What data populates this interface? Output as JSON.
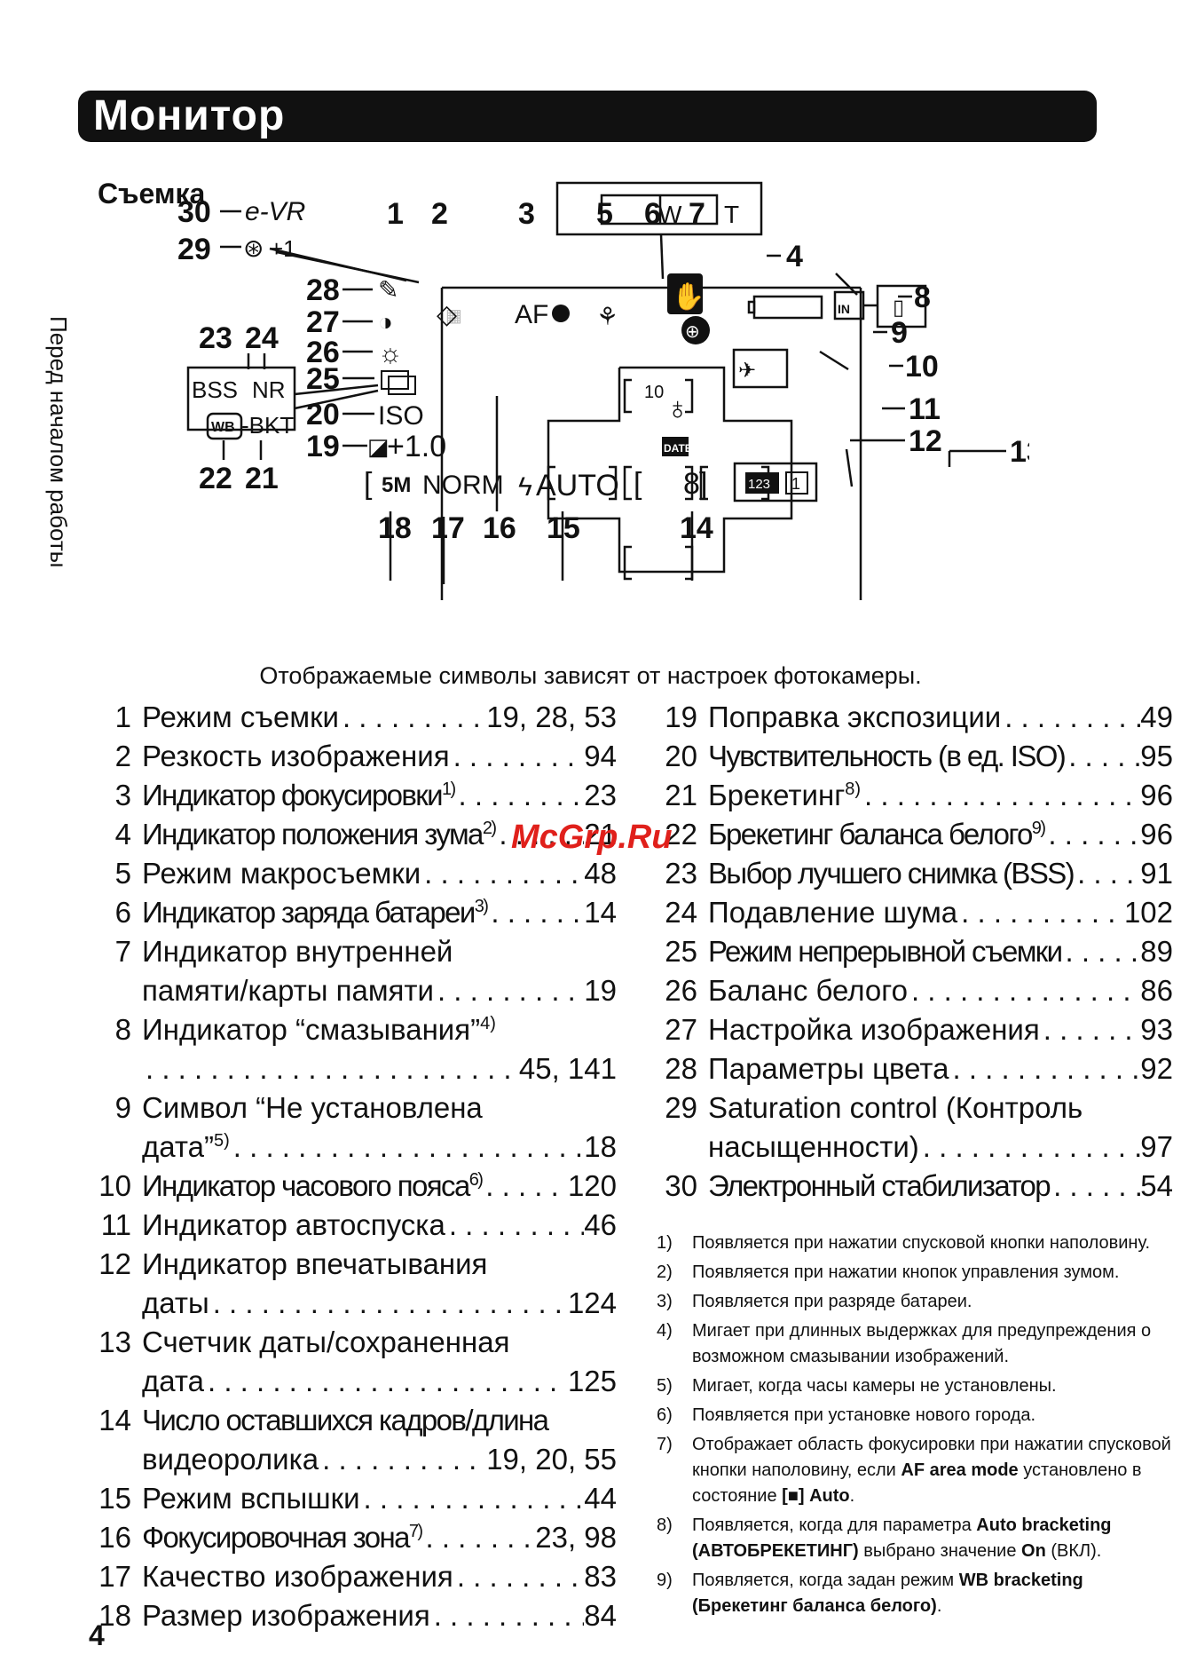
{
  "header": {
    "title": "Монитор",
    "subtitle": "Съемка",
    "side_text": "Перед началом работы"
  },
  "diagram": {
    "icons": {
      "evr": "e-VR",
      "zoom_w": "W",
      "zoom_t": "T",
      "af": "AF",
      "mem": "IN",
      "bss": "BSS",
      "nr": "NR",
      "wb": "WB",
      "bkt": "-BKT",
      "iso": "ISO",
      "exposure": "+1.0",
      "size": "5M",
      "quality": "NORM",
      "flash_auto": "AUTO",
      "frames": "8",
      "timer": "10",
      "date": "DATE",
      "counter": "123",
      "counter_day": "1",
      "sat": "+1"
    }
  },
  "caption": "Отображаемые символы зависят от настроек фотокамеры.",
  "watermark": "McGrp.Ru",
  "page_number": "4",
  "items_left": [
    {
      "n": "1",
      "label": "Режим съемки",
      "page": "19, 28, 53"
    },
    {
      "n": "2",
      "label": "Резкость изображения",
      "page": "94"
    },
    {
      "n": "3",
      "label": "Индикатор фокусировки",
      "sup": "1)",
      "page": "23",
      "cond": true
    },
    {
      "n": "4",
      "label": "Индикатор положения зума",
      "sup": "2)",
      "page": "21",
      "cond": true
    },
    {
      "n": "5",
      "label": "Режим макросъемки",
      "page": "48"
    },
    {
      "n": "6",
      "label": "Индикатор заряда батареи",
      "sup": "3)",
      "page": "14",
      "cond": true
    },
    {
      "n": "7",
      "label1": "Индикатор внутренней",
      "label": "памяти/карты памяти",
      "page": "19"
    },
    {
      "n": "8",
      "label1": "Индикатор “смазывания”",
      "sup1": "4)",
      "label": "",
      "page": "45, 141"
    },
    {
      "n": "9",
      "label1": "Символ “Не установлена",
      "label": "дата”",
      "sup": "5)",
      "page": "18"
    },
    {
      "n": "10",
      "label": "Индикатор часового пояса",
      "sup": "6)",
      "page": "120",
      "cond": true
    },
    {
      "n": "11",
      "label": "Индикатор автоспуска",
      "page": "46"
    },
    {
      "n": "12",
      "label1": "Индикатор впечатывания",
      "label": "даты",
      "page": "124"
    },
    {
      "n": "13",
      "label1": "Счетчик даты/сохраненная",
      "label": "дата",
      "page": "125"
    },
    {
      "n": "14",
      "label1": "Число оставшихся кадров/длина",
      "label": "видеоролика",
      "page": "19, 20, 55",
      "cond1": true
    },
    {
      "n": "15",
      "label": "Режим вспышки",
      "page": "44"
    },
    {
      "n": "16",
      "label": "Фокусировочная зона",
      "sup": "7)",
      "page": "23, 98",
      "cond": true
    },
    {
      "n": "17",
      "label": "Качество изображения",
      "page": "83"
    },
    {
      "n": "18",
      "label": "Размер изображения",
      "page": "84"
    }
  ],
  "items_right": [
    {
      "n": "19",
      "label": "Поправка экспозиции",
      "page": "49"
    },
    {
      "n": "20",
      "label": "Чувствительность (в ед. ISO)",
      "page": "95",
      "cond": true
    },
    {
      "n": "21",
      "label": "Брекетинг",
      "sup": "8)",
      "page": "96"
    },
    {
      "n": "22",
      "label": "Брекетинг баланса белого",
      "sup": "9)",
      "page": "96",
      "cond": true
    },
    {
      "n": "23",
      "label": "Выбор лучшего снимка (BSS)",
      "page": "91",
      "cond": true
    },
    {
      "n": "24",
      "label": "Подавление шума",
      "page": "102"
    },
    {
      "n": "25",
      "label": "Режим непрерывной съемки",
      "page": "89",
      "cond": true
    },
    {
      "n": "26",
      "label": "Баланс белого",
      "page": "86"
    },
    {
      "n": "27",
      "label": "Настройка изображения",
      "page": "93"
    },
    {
      "n": "28",
      "label": "Параметры цвета",
      "page": "92"
    },
    {
      "n": "29",
      "label1": "Saturation control (Контроль",
      "label": "насыщенности)",
      "page": "97"
    },
    {
      "n": "30",
      "label": "Электронный стабилизатор",
      "page": "54",
      "cond": true
    }
  ],
  "notes": [
    {
      "n": "1)",
      "parts": [
        {
          "t": "Появляется при нажатии спусковой кнопки наполовину."
        }
      ]
    },
    {
      "n": "2)",
      "parts": [
        {
          "t": "Появляется при нажатии кнопок управления зумом."
        }
      ]
    },
    {
      "n": "3)",
      "parts": [
        {
          "t": "Появляется при разряде батареи."
        }
      ]
    },
    {
      "n": "4)",
      "parts": [
        {
          "t": "Мигает при длинных выдержках для предупреждения о возможном смазывании изображений."
        }
      ]
    },
    {
      "n": "5)",
      "parts": [
        {
          "t": "Мигает, когда часы камеры не установлены."
        }
      ]
    },
    {
      "n": "6)",
      "parts": [
        {
          "t": "Появляется при установке нового города."
        }
      ]
    },
    {
      "n": "7)",
      "parts": [
        {
          "t": "Отображает область фокусировки при нажатии спусковой кнопки наполовину, если "
        },
        {
          "t": "AF area mode",
          "b": true
        },
        {
          "t": " установлено в состояние "
        },
        {
          "t": "[■] Auto",
          "b": true
        },
        {
          "t": "."
        }
      ]
    },
    {
      "n": "8)",
      "parts": [
        {
          "t": "Появляется, когда для параметра "
        },
        {
          "t": "Auto bracketing (АВТОБРЕКЕТИНГ)",
          "b": true
        },
        {
          "t": " выбрано значение "
        },
        {
          "t": "On",
          "b": true
        },
        {
          "t": " (ВКЛ)."
        }
      ]
    },
    {
      "n": "9)",
      "parts": [
        {
          "t": "Появляется, когда задан режим "
        },
        {
          "t": "WB bracketing (Брекетинг баланса белого)",
          "b": true
        },
        {
          "t": "."
        }
      ]
    }
  ]
}
